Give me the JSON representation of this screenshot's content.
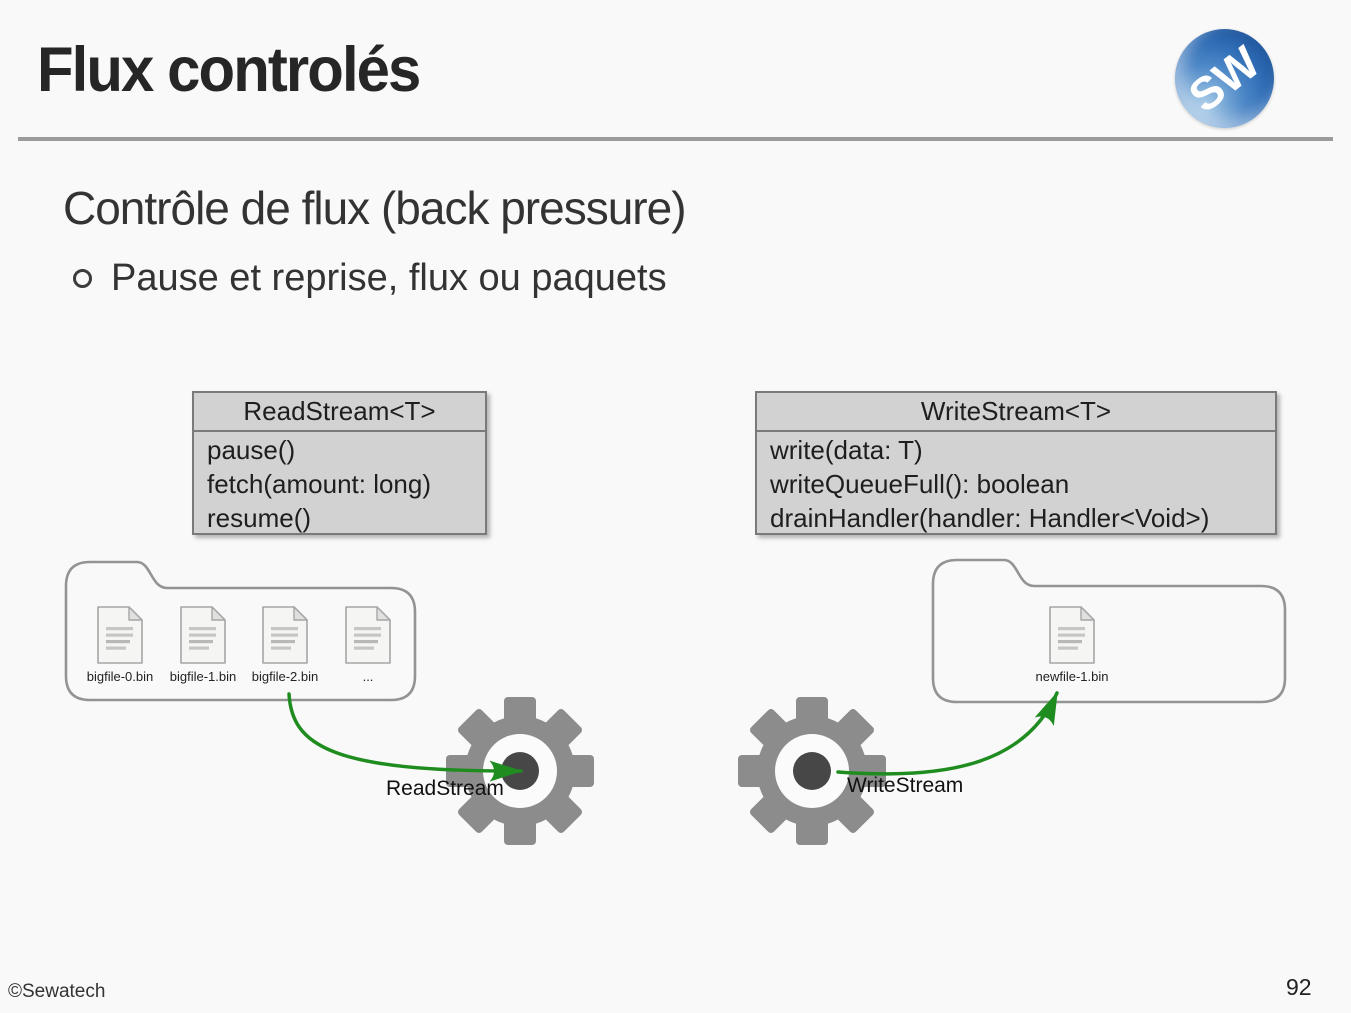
{
  "slide": {
    "title": "Flux controlés",
    "heading": "Contrôle de flux (back pressure)",
    "bullet": "Pause et reprise, flux ou paquets",
    "logo": {
      "text": "SW",
      "brand_color": "#2e6cb5"
    },
    "footer": {
      "copyright": "©Sewatech",
      "page": "92"
    }
  },
  "diagram": {
    "classes": {
      "read": {
        "title": "ReadStream<T>",
        "methods": [
          "pause()",
          "fetch(amount: long)",
          "resume()"
        ]
      },
      "write": {
        "title": "WriteStream<T>",
        "methods": [
          "write(data: T)",
          "writeQueueFull(): boolean",
          "drainHandler(handler: Handler<Void>)"
        ]
      }
    },
    "source_folder": {
      "files": [
        "bigfile-0.bin",
        "bigfile-1.bin",
        "bigfile-2.bin",
        "..."
      ]
    },
    "dest_folder": {
      "files": [
        "newfile-1.bin"
      ]
    },
    "gears": {
      "read_label": "ReadStream",
      "write_label": "WriteStream"
    },
    "colors": {
      "arrow_green": "#1f8c1f",
      "gear_gray": "#8c8c8c",
      "gear_center": "#474747",
      "box_fill": "#d2d2d2",
      "box_border": "#7a7a7a",
      "folder_border": "#949494"
    }
  }
}
